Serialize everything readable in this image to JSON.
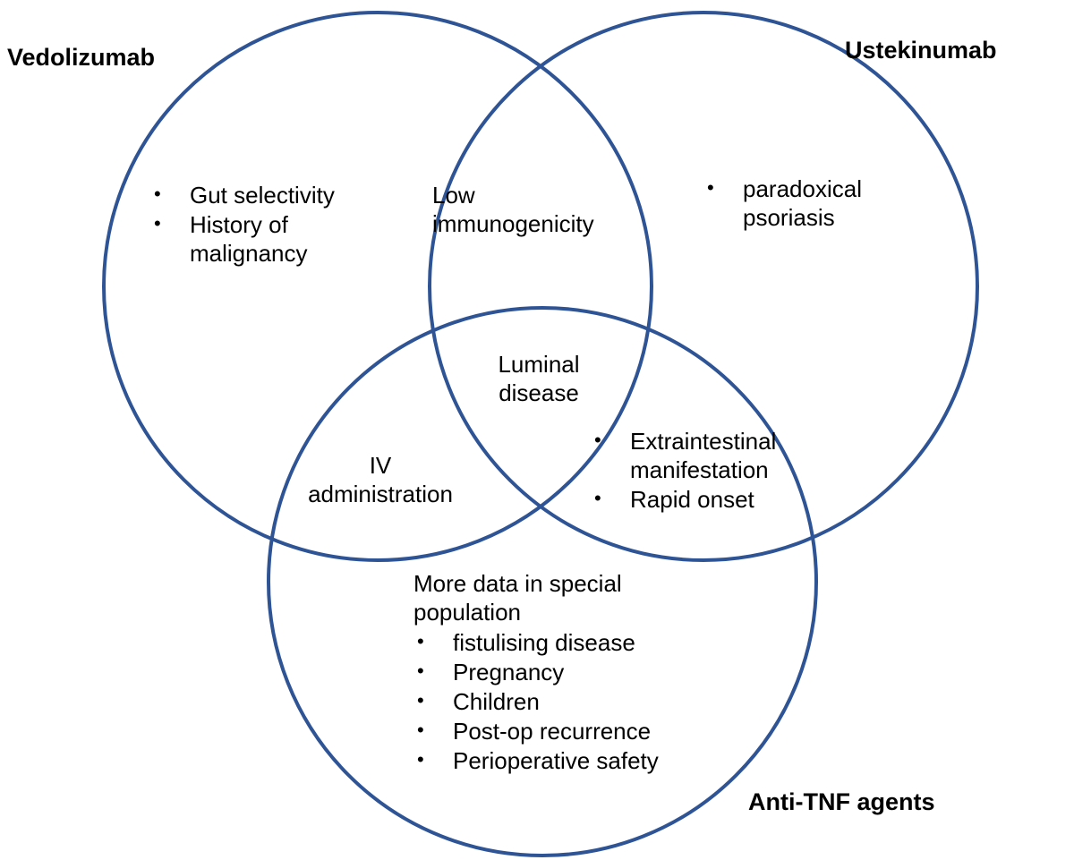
{
  "diagram": {
    "type": "venn-3-set",
    "title": "",
    "stroke_color": "#2E5496",
    "text_color": "#000000",
    "background": "#ffffff",
    "sets": {
      "left_label": "Vedolizumab",
      "right_label": "Ustekinumab",
      "bottom_label": "Anti-TNF agents"
    },
    "regions": {
      "vedolizumab_only": {
        "name": "Vedolizumab only",
        "items": [
          "Gut selectivity",
          "History of malignancy"
        ]
      },
      "vedolizumab_ustekinumab": {
        "name": "Vedolizumab ∩ Ustekinumab",
        "lines": [
          "Low",
          "immunogenicity"
        ]
      },
      "ustekinumab_only": {
        "name": "Ustekinumab only",
        "items": [
          "paradoxical psoriasis"
        ]
      },
      "center_all_three": {
        "name": "All three",
        "lines": [
          "Luminal",
          "disease"
        ]
      },
      "vedolizumab_antitnf": {
        "name": "Vedolizumab ∩ Anti-TNF agents",
        "lines": [
          "IV",
          "administration"
        ]
      },
      "ustekinumab_antitnf": {
        "name": "Ustekinumab ∩ Anti-TNF agents",
        "items": [
          "Extraintestinal manifestation",
          "Rapid onset"
        ]
      },
      "antitnf_only": {
        "name": "Anti-TNF agents only",
        "heading": "More data in special population",
        "items": [
          "fistulising disease",
          "Pregnancy",
          "Children",
          "Post-op recurrence",
          "Perioperative safety"
        ]
      }
    }
  }
}
